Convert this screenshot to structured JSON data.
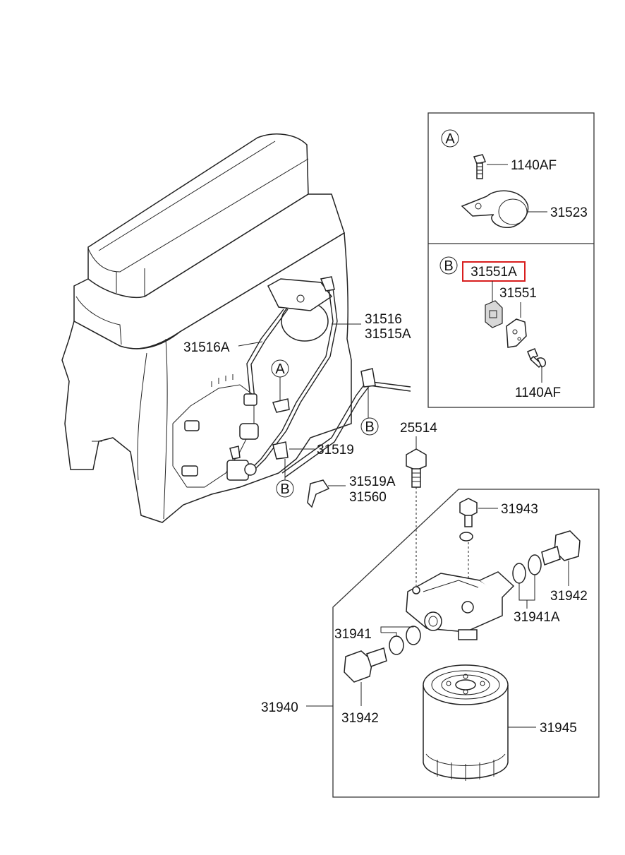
{
  "detail_a": {
    "marker": "A",
    "parts": [
      "1140AF",
      "31523"
    ]
  },
  "detail_b": {
    "marker": "B",
    "highlighted": "31551A",
    "parts": [
      "31551",
      "1140AF"
    ]
  },
  "engine": {
    "labels": [
      "31516",
      "31515A",
      "31516A",
      "31519",
      "31519A",
      "31560",
      "25514"
    ],
    "markers": [
      "A",
      "B",
      "B"
    ]
  },
  "filter_assembly": {
    "assembly_label": "31940",
    "parts": [
      "31943",
      "31942",
      "31941A",
      "31941",
      "31942",
      "31945"
    ]
  },
  "colors": {
    "highlight": "#d81e1e",
    "line": "#222222"
  }
}
